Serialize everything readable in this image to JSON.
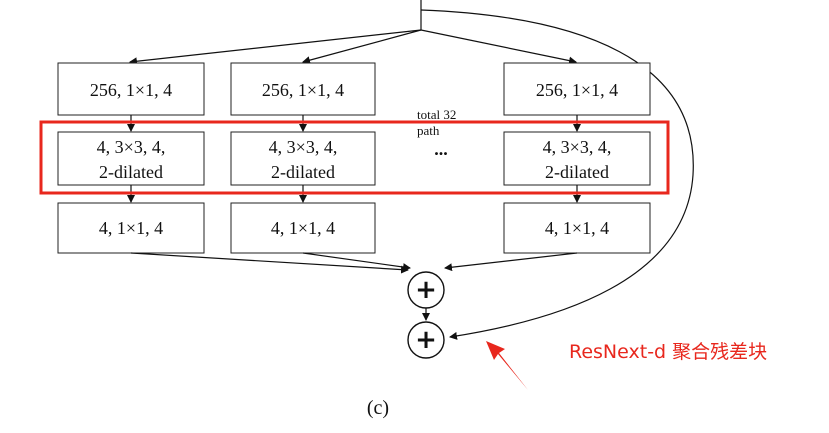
{
  "colors": {
    "highlight": "#e8271d",
    "annotation_text": "#e8271d",
    "arrow_annotation": "#e8271d",
    "stroke": "#111111"
  },
  "diagram": {
    "columns": [
      {
        "top_label": "256, 1×1, 4",
        "mid_line1": "4, 3×3, 4,",
        "mid_line2": "2-dilated",
        "bottom_label": "4, 1×1, 4"
      },
      {
        "top_label": "256, 1×1, 4",
        "mid_line1": "4, 3×3, 4,",
        "mid_line2": "2-dilated",
        "bottom_label": "4, 1×1, 4"
      },
      {
        "top_label": "256, 1×1, 4",
        "mid_line1": "4, 3×3, 4,",
        "mid_line2": "2-dilated",
        "bottom_label": "4, 1×1, 4"
      }
    ],
    "total_paths_line1": "total 32",
    "total_paths_line2": "path",
    "ellipsis": "...",
    "plus_symbol": "+",
    "annotation": "ResNext-d 聚合残差块",
    "caption": "(c)"
  }
}
